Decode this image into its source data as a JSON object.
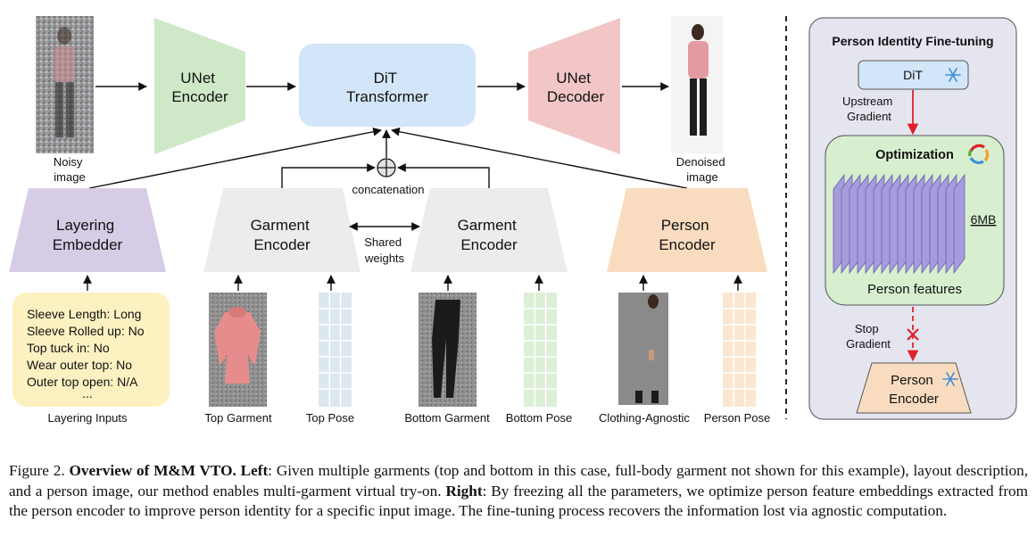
{
  "left": {
    "noisy_image_label": [
      "Noisy",
      "image"
    ],
    "unet_encoder": [
      "UNet",
      "Encoder"
    ],
    "dit_transformer": [
      "DiT",
      "Transformer"
    ],
    "unet_decoder": [
      "UNet",
      "Decoder"
    ],
    "denoised_image_label": [
      "Denoised",
      "image"
    ],
    "concatenation_label": "concatenation",
    "layering_embedder": [
      "Layering",
      "Embedder"
    ],
    "garment_encoder_top": [
      "Garment",
      "Encoder"
    ],
    "shared_weights": [
      "Shared",
      "weights"
    ],
    "garment_encoder_bottom": [
      "Garment",
      "Encoder"
    ],
    "person_encoder": [
      "Person",
      "Encoder"
    ],
    "layering_inputs_lines": [
      "Sleeve Length: Long",
      "Sleeve Rolled up: No",
      "Top tuck in: No",
      "Wear outer top: No",
      "Outer top open: N/A",
      "..."
    ],
    "input_labels": {
      "layering_inputs": "Layering Inputs",
      "top_garment": "Top Garment",
      "top_pose": "Top Pose",
      "bottom_garment": "Bottom Garment",
      "bottom_pose": "Bottom Pose",
      "clothing_agnostic": "Clothing-Agnostic",
      "person_pose": "Person Pose"
    }
  },
  "right": {
    "title": "Person Identity Fine-tuning",
    "dit": "DiT",
    "upstream_gradient": [
      "Upstream",
      "Gradient"
    ],
    "optimization": "Optimization",
    "size_label": "6MB",
    "person_features": "Person features",
    "stop_gradient": [
      "Stop",
      "Gradient"
    ],
    "person_encoder": [
      "Person",
      "Encoder"
    ]
  },
  "caption": {
    "figure_label": "Figure 2.",
    "title_bold": "Overview of M&M VTO.",
    "left_bold": "Left",
    "left_text": ": Given multiple garments (top and bottom in this case, full-body garment not shown for this example), layout description, and a person image, our method enables multi-garment virtual try-on.",
    "right_bold": "Right",
    "right_text": ": By freezing all the parameters, we optimize person feature embeddings extracted from the person encoder to improve person identity for a specific input image. The fine-tuning process recovers the information lost via agnostic computation."
  },
  "colors": {
    "unet_encoder": "#cfe8c8",
    "dit": "#d3e5f8",
    "unet_decoder": "#f2c6c6",
    "layering_embedder": "#d6cce6",
    "garment_encoder": "#ececec",
    "person_encoder": "#f9dcbf",
    "layering_inputs_box": "#fdf1c2",
    "top_pose_grid": "#dce8ee",
    "bottom_pose_grid": "#dcefd6",
    "person_pose_grid": "#fbe6d1",
    "right_panel": "#e4e5ef",
    "optimization_box": "#d7efcf",
    "feature_slabs": "#a79cdb",
    "gradient_arrow": "#e0202a"
  }
}
